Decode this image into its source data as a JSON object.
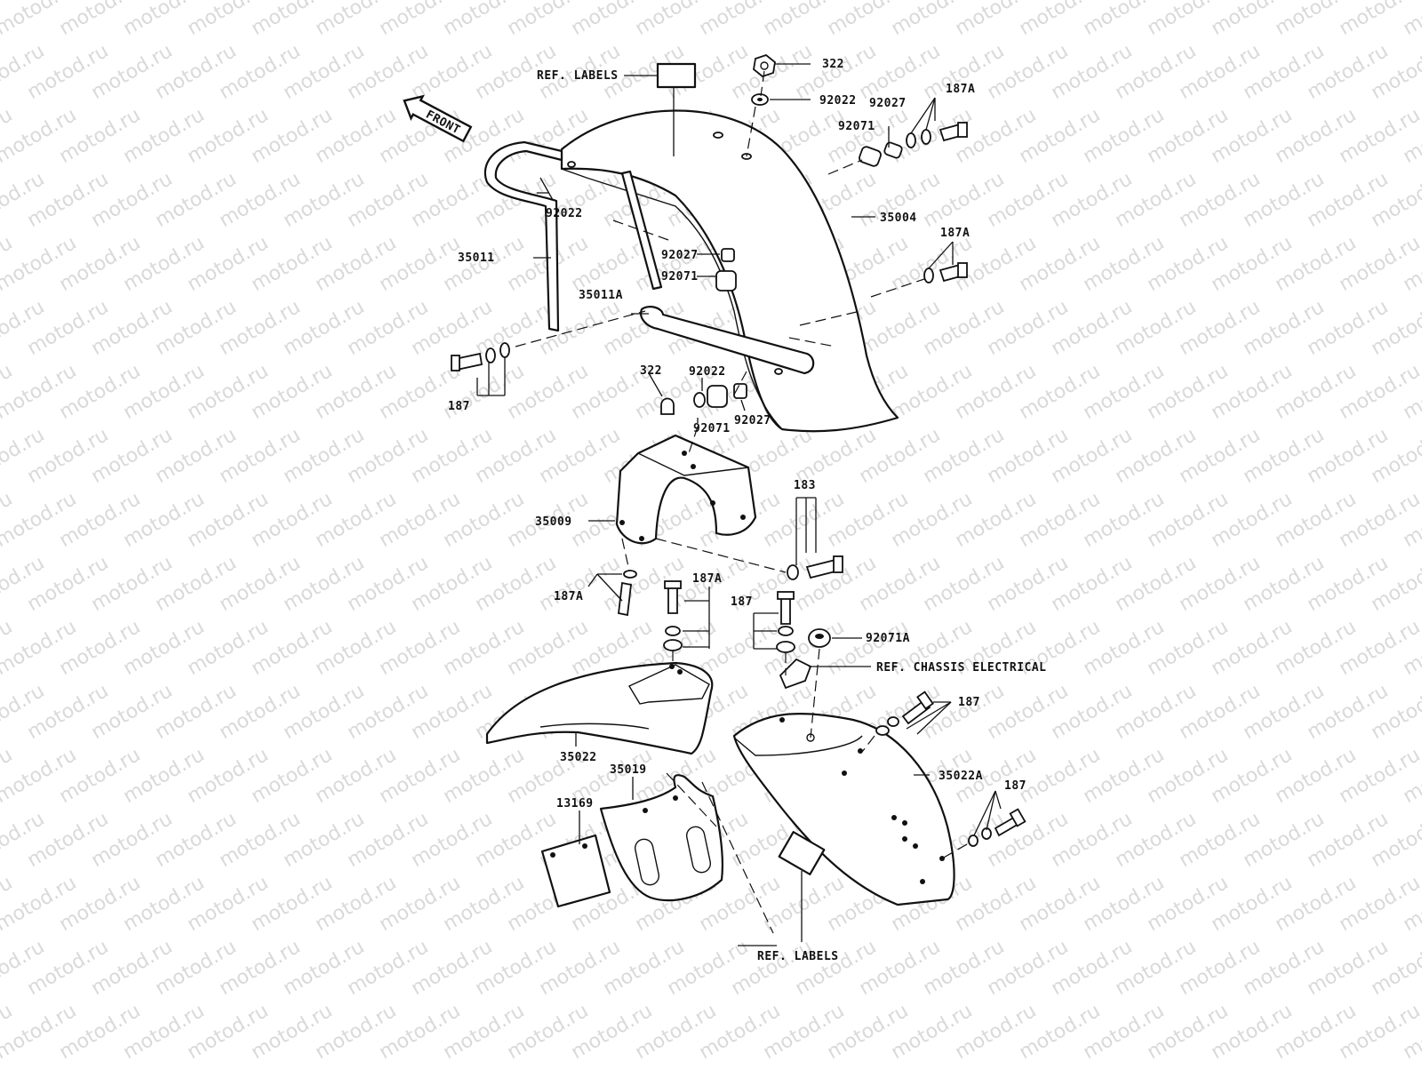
{
  "watermark": "motod.ru",
  "front_badge": "FRONT",
  "labels": {
    "ref_labels_top": "REF. LABELS",
    "ref_labels_bottom": "REF. LABELS",
    "ref_chassis_electrical": "REF. CHASSIS ELECTRICAL",
    "p322_top": "322",
    "p92022_top": "92022",
    "p92027_top": "92027",
    "p187A_top": "187A",
    "p92071_top": "92071",
    "p92022_left": "92022",
    "p35004": "35004",
    "p187A_mid": "187A",
    "p35011": "35011",
    "p92027_mid": "92027",
    "p92071_mid": "92071",
    "p35011A": "35011A",
    "p187_left": "187",
    "p322_mid": "322",
    "p92022_mid": "92022",
    "p92071_low": "92071",
    "p92027_low": "92027",
    "p183": "183",
    "p35009": "35009",
    "p187A_lower": "187A",
    "p187A_center": "187A",
    "p187_center": "187",
    "p92071A": "92071A",
    "p187_right": "187",
    "p35022": "35022",
    "p35019": "35019",
    "p13169": "13169",
    "p35022A": "35022A",
    "p187_bottom": "187"
  }
}
